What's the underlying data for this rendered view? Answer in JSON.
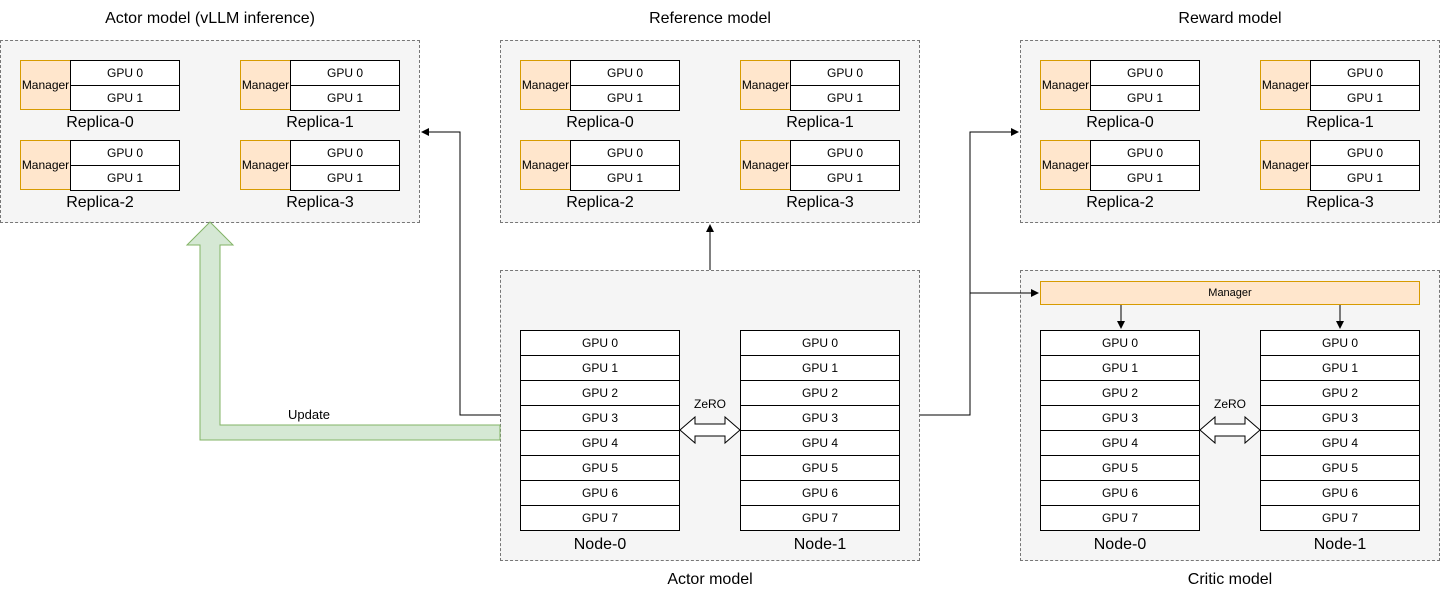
{
  "titles": {
    "actor_vllm": "Actor model (vLLM inference)",
    "reference": "Reference model",
    "reward": "Reward model",
    "actor": "Actor model",
    "critic": "Critic model"
  },
  "manager_label": "Manager",
  "replica_gpus": [
    "GPU 0",
    "GPU 1"
  ],
  "replicas": [
    "Replica-0",
    "Replica-1",
    "Replica-2",
    "Replica-3"
  ],
  "node_gpus": [
    "GPU 0",
    "GPU 1",
    "GPU 2",
    "GPU 3",
    "GPU 4",
    "GPU 5",
    "GPU 6",
    "GPU 7"
  ],
  "nodes": [
    "Node-0",
    "Node-1"
  ],
  "zero_label": "ZeRO",
  "update_label": "Update",
  "colors": {
    "group_fill": "#f5f5f5",
    "manager_fill": "#ffe6cc",
    "manager_border": "#d79b00",
    "update_arrow_fill": "#d5e8d4",
    "update_arrow_border": "#82b366"
  }
}
